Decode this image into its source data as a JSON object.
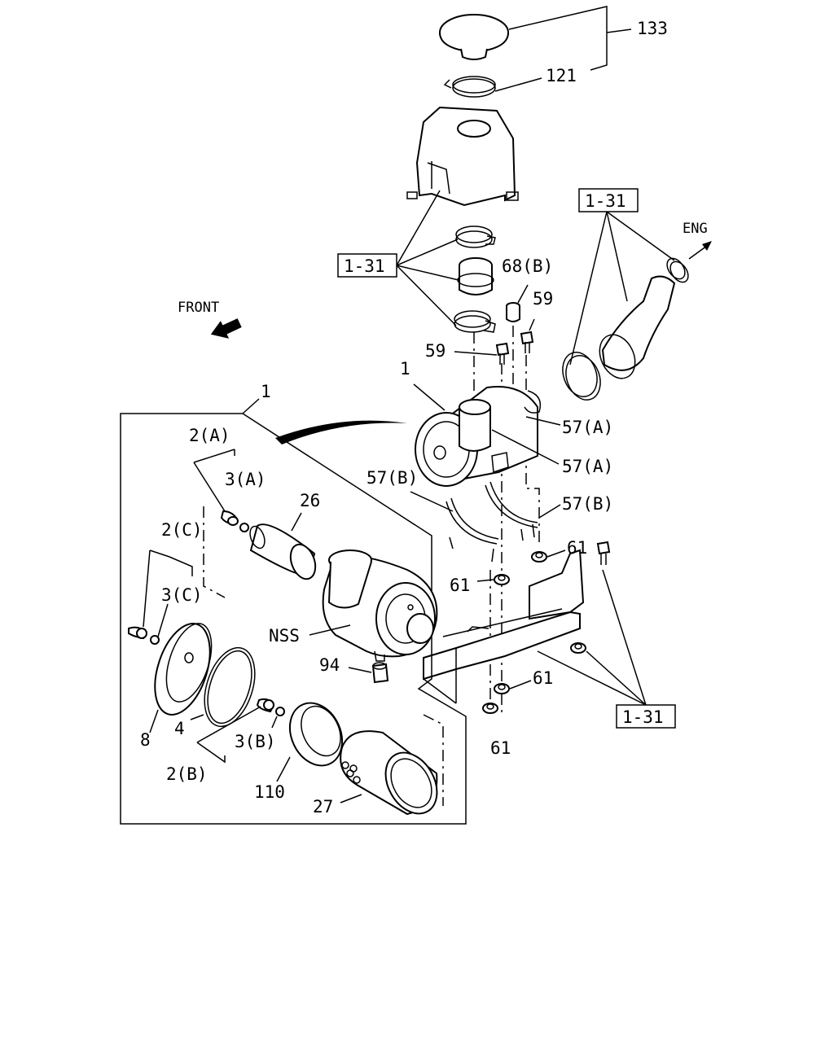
{
  "direction_labels": {
    "front": "FRONT",
    "eng": "ENG"
  },
  "refs": {
    "r1": "1-31",
    "r2": "1-31",
    "r3": "1-31"
  },
  "callouts": {
    "c133": "133",
    "c121": "121",
    "c68b": "68(B)",
    "c59a": "59",
    "c59b": "59",
    "c1a": "1",
    "c1b": "1",
    "c57a1": "57(A)",
    "c57a2": "57(A)",
    "c57b1": "57(B)",
    "c57b2": "57(B)",
    "c61a": "61",
    "c61b": "61",
    "c61c": "61",
    "c61d": "61",
    "c2a": "2(A)",
    "c3a": "3(A)",
    "c26": "26",
    "c2c": "2(C)",
    "c3c": "3(C)",
    "cnss": "NSS",
    "c94": "94",
    "c8": "8",
    "c4": "4",
    "c3b": "3(B)",
    "c2b": "2(B)",
    "c110": "110",
    "c27": "27"
  }
}
